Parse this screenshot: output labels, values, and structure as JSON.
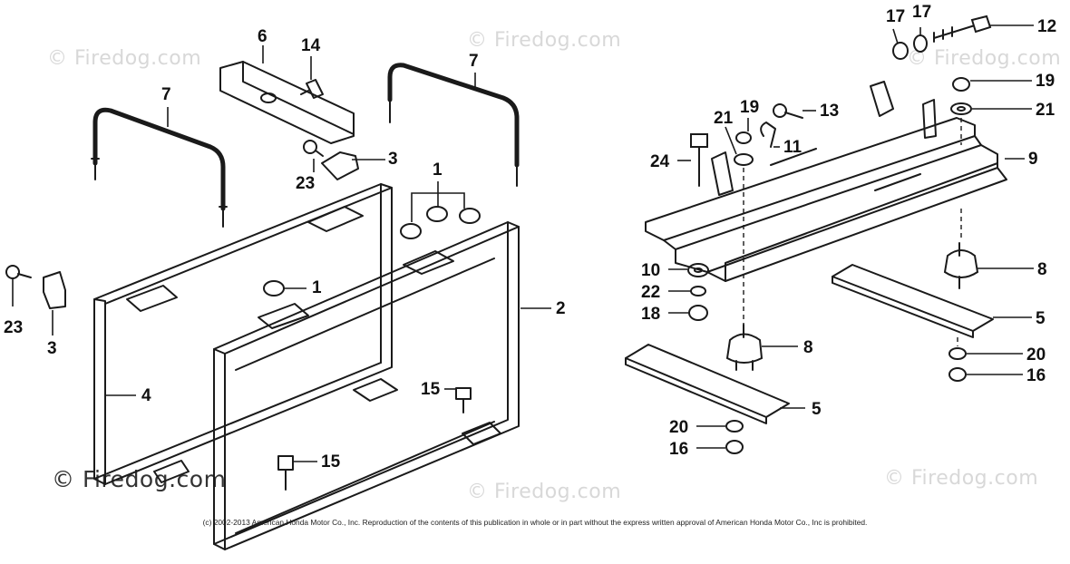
{
  "watermarks": [
    "© Firedog.com",
    "© Firedog.com",
    "© Firedog.com",
    "© Firedog.com",
    "© Firedog.com",
    "© Firedog.com"
  ],
  "watermark_bold": "© Firedog.com",
  "copyright": "(c) 2002-2013 American Honda Motor Co., Inc. Reproduction of the contents of this publication in whole or in part without the express written approval of American Honda Motor Co., Inc is prohibited.",
  "callouts": {
    "c1a": "1",
    "c1b": "1",
    "c2": "2",
    "c3a": "3",
    "c3b": "3",
    "c4": "4",
    "c5a": "5",
    "c5b": "5",
    "c6": "6",
    "c7a": "7",
    "c7b": "7",
    "c8a": "8",
    "c8b": "8",
    "c9": "9",
    "c10": "10",
    "c11": "11",
    "c12": "12",
    "c13": "13",
    "c14": "14",
    "c15a": "15",
    "c15b": "15",
    "c16a": "16",
    "c16b": "16",
    "c17a": "17",
    "c17b": "17",
    "c18": "18",
    "c19a": "19",
    "c19b": "19",
    "c20a": "20",
    "c20b": "20",
    "c21a": "21",
    "c21b": "21",
    "c22": "22",
    "c23a": "23",
    "c23b": "23",
    "c24": "24"
  }
}
